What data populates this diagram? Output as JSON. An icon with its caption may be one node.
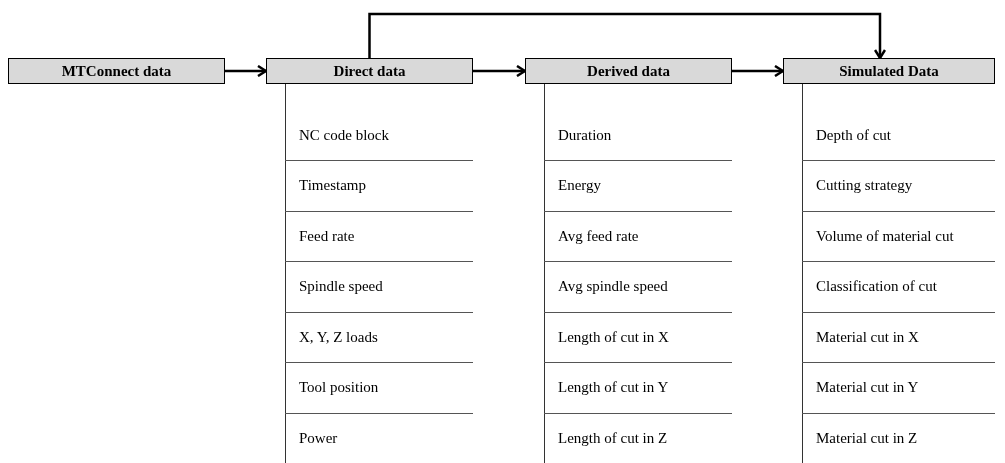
{
  "diagram": {
    "nodes": [
      {
        "text": [
          "MTConnect data"
        ]
      },
      {
        "text": [
          "Direct data"
        ],
        "beside": [
          "NC code block",
          "Timestamp",
          "Feed rate",
          "Spindle speed",
          "X, Y, Z loads",
          "Tool position",
          "Power"
        ]
      },
      {
        "text": [
          "Derived data"
        ],
        "beside": [
          "Duration",
          "Energy",
          "Avg feed rate",
          "Avg spindle speed",
          "Length of cut in X",
          "Length of cut in Y",
          "Length of cut in Z"
        ]
      },
      {
        "text": [
          "Simulated Data"
        ],
        "beside": [
          "Depth of cut",
          "Cutting strategy",
          "Volume of material cut",
          "Classification of cut",
          "Material cut in X",
          "Material cut in Y",
          "Material cut in Z"
        ]
      }
    ],
    "edges": [
      {
        "from": 0,
        "to": 1,
        "arrow": "to"
      },
      {
        "from": 1,
        "to": 2,
        "arrow": "to"
      },
      {
        "from": 2,
        "to": 3,
        "arrow": "to"
      },
      {
        "from": 1,
        "to": 3,
        "arrow": "to"
      }
    ]
  }
}
